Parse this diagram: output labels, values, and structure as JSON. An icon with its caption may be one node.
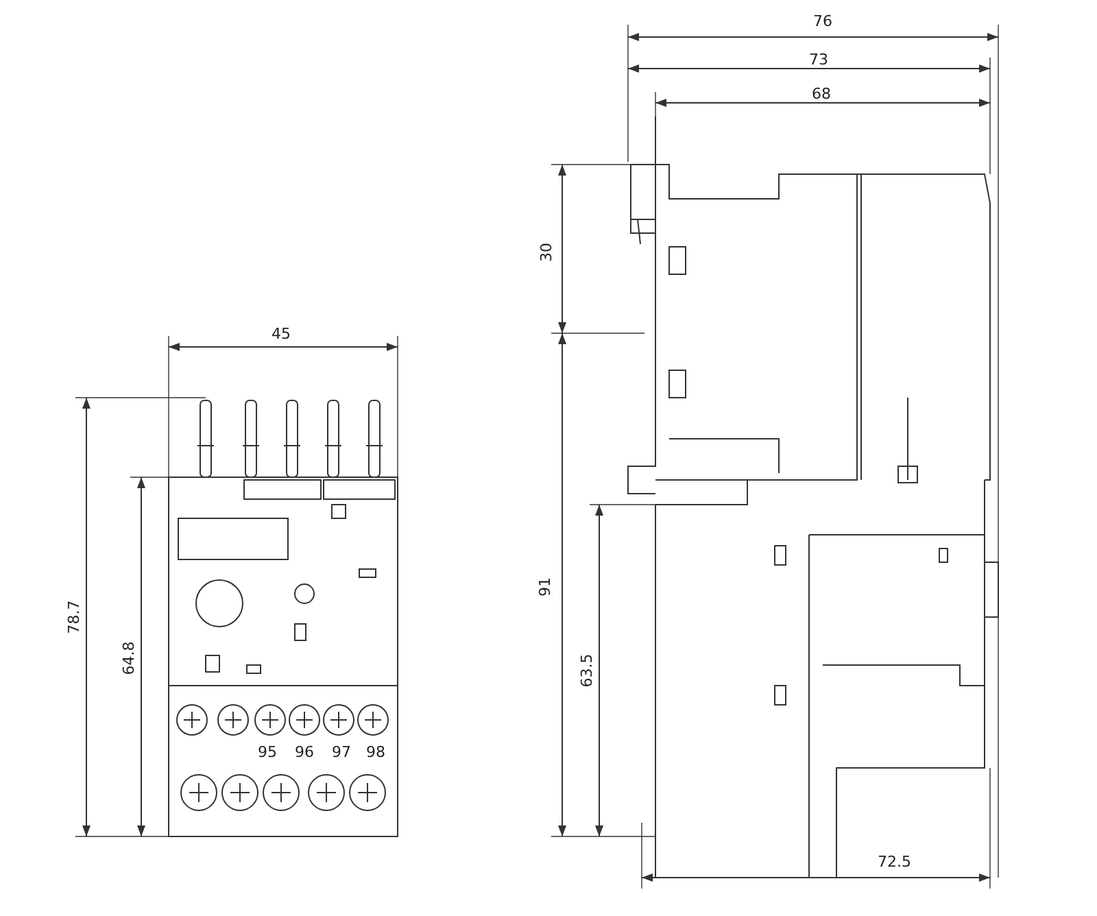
{
  "diagram": {
    "labels": [
      "76",
      "73",
      "68",
      "45",
      "30",
      "78.7",
      "64.8",
      "91",
      "63.5",
      "95",
      "96",
      "97",
      "98",
      "72.5"
    ]
  }
}
